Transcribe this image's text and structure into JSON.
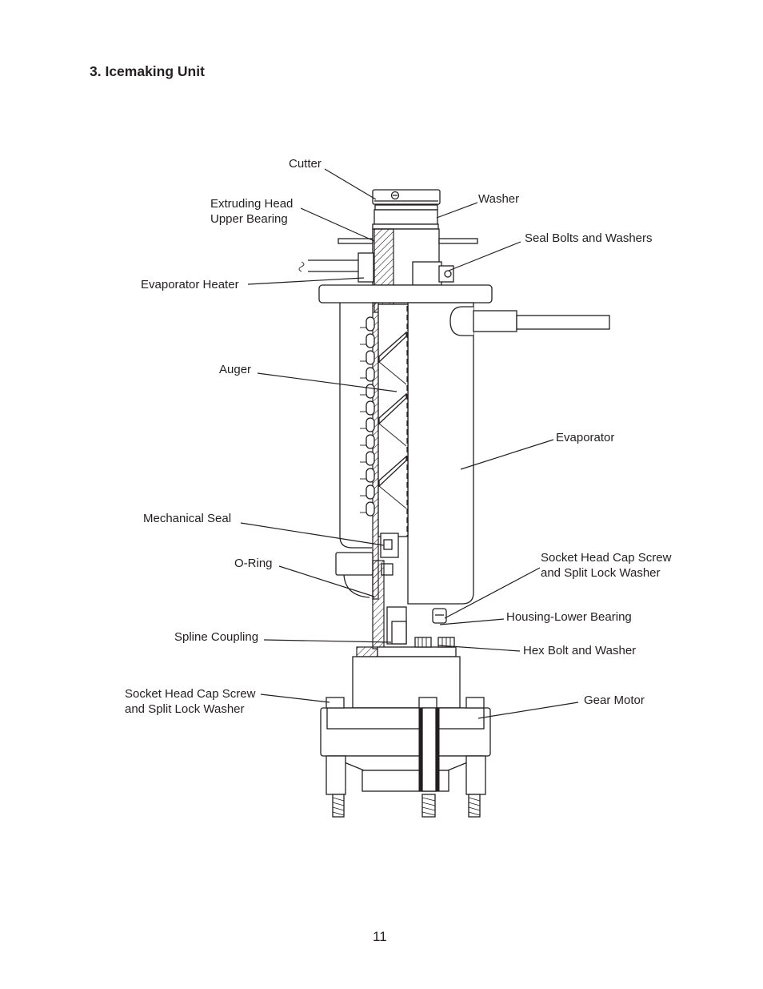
{
  "section_title": "3. Icemaking Unit",
  "page_number": "11",
  "labels": {
    "cutter": "Cutter",
    "extruding_head": [
      "Extruding Head",
      "Upper Bearing"
    ],
    "washer": "Washer",
    "seal_bolts": "Seal Bolts and Washers",
    "evaporator_heater": "Evaporator Heater",
    "auger": "Auger",
    "evaporator": "Evaporator",
    "mechanical_seal": "Mechanical Seal",
    "o_ring": "O-Ring",
    "socket_screw_upper": [
      "Socket Head Cap Screw",
      "and Split Lock Washer"
    ],
    "housing_lower_bearing": "Housing-Lower Bearing",
    "spline_coupling": "Spline Coupling",
    "hex_bolt": "Hex Bolt and Washer",
    "socket_screw_lower": [
      "Socket Head Cap Screw",
      "and Split Lock Washer"
    ],
    "gear_motor": "Gear Motor"
  }
}
